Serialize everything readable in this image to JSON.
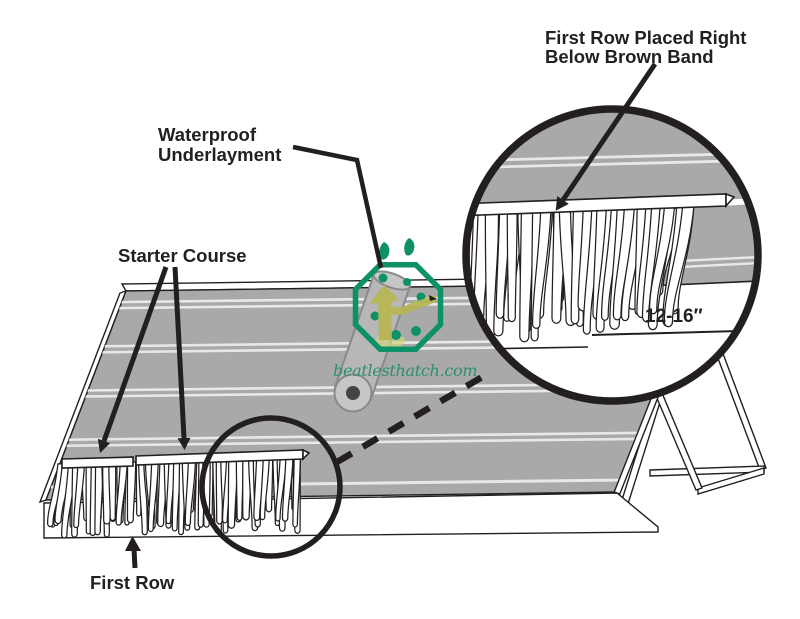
{
  "diagram": {
    "title": {
      "line1": "First Row Placed Right",
      "line2": "Below Brown Band"
    },
    "callouts": {
      "waterproof": {
        "line1": "Waterproof",
        "line2": "Underlayment"
      },
      "starter_course": "Starter Course",
      "first_row": "First Row",
      "detail_measurement": "12-16″"
    },
    "watermark": {
      "site": "beatlesthatch.com"
    },
    "colors": {
      "ink": "#231f20",
      "deck_gray": "#a9a9a9",
      "stripe": "#e8e8e6",
      "band_white": "#ffffff",
      "roll_gray": "#b7b7b7",
      "roll_cap": "#c6c6c6",
      "roll_edge": "#8a8a8a",
      "roll_hub": "#434343",
      "logo_green": "#0f9168",
      "logo_olive": "#b6b552",
      "logo_olive_light": "#ced47f",
      "watermark_green": "#2e8f72"
    }
  }
}
